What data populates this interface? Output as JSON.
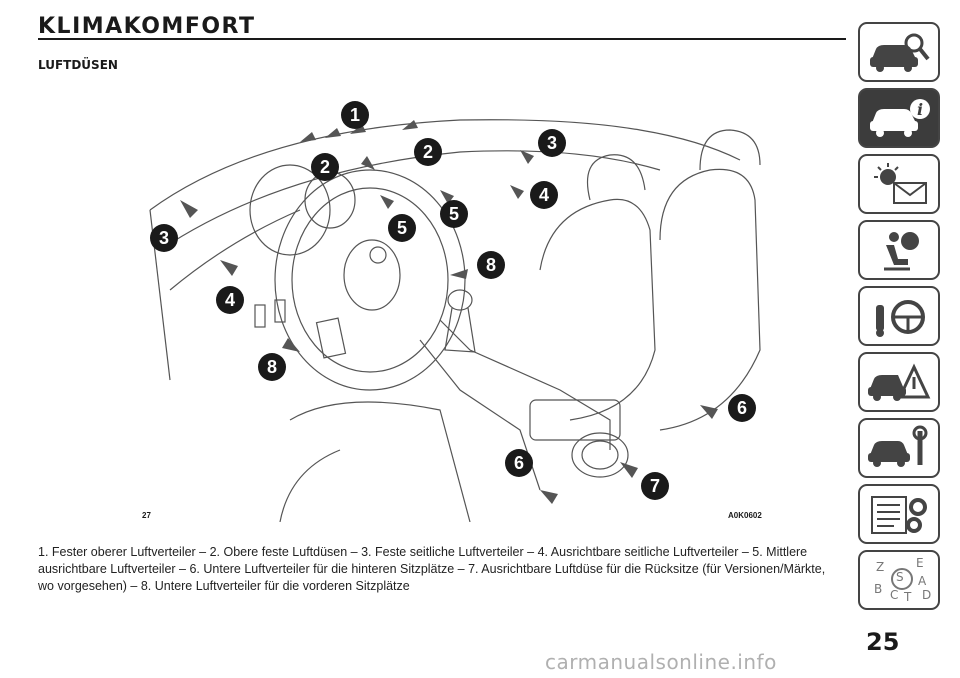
{
  "header": {
    "title": "KLIMAKOMFORT"
  },
  "section": {
    "subtitle": "LUFTDÜSEN"
  },
  "figure": {
    "number": "27",
    "code": "A0K0602",
    "callouts": [
      "1",
      "2",
      "2",
      "3",
      "3",
      "4",
      "4",
      "5",
      "5",
      "6",
      "6",
      "7",
      "8",
      "8"
    ]
  },
  "caption": "1. Fester oberer Luftverteiler – 2. Obere feste Luftdüsen – 3. Feste seitliche Luftverteiler – 4. Ausrichtbare seitliche Luftverteiler – 5. Mittlere ausrichtbare Luftverteiler – 6. Untere Luftverteiler für die hinteren Sitzplätze – 7. Ausrichtbare Luftdüse für die Rücksitze (für Versionen/Märkte, wo vorgesehen) – 8. Untere Luftverteiler für die vorderen Sitzplätze",
  "sidebar": {
    "tabs": [
      {
        "icon": "car-magnifier-icon",
        "active": false
      },
      {
        "icon": "car-info-icon",
        "active": true
      },
      {
        "icon": "warning-lights-icon",
        "active": false
      },
      {
        "icon": "airbag-seat-icon",
        "active": false
      },
      {
        "icon": "steering-key-icon",
        "active": false
      },
      {
        "icon": "car-warning-triangle-icon",
        "active": false
      },
      {
        "icon": "car-wrench-icon",
        "active": false
      },
      {
        "icon": "checklist-gear-icon",
        "active": false
      },
      {
        "icon": "alphabet-index-icon",
        "active": false
      }
    ],
    "index_letters": [
      "Z",
      "E",
      "S",
      "A",
      "B",
      "C",
      "T",
      "D"
    ]
  },
  "footer": {
    "page_number": "25",
    "watermark": "carmanualsonline.info"
  }
}
